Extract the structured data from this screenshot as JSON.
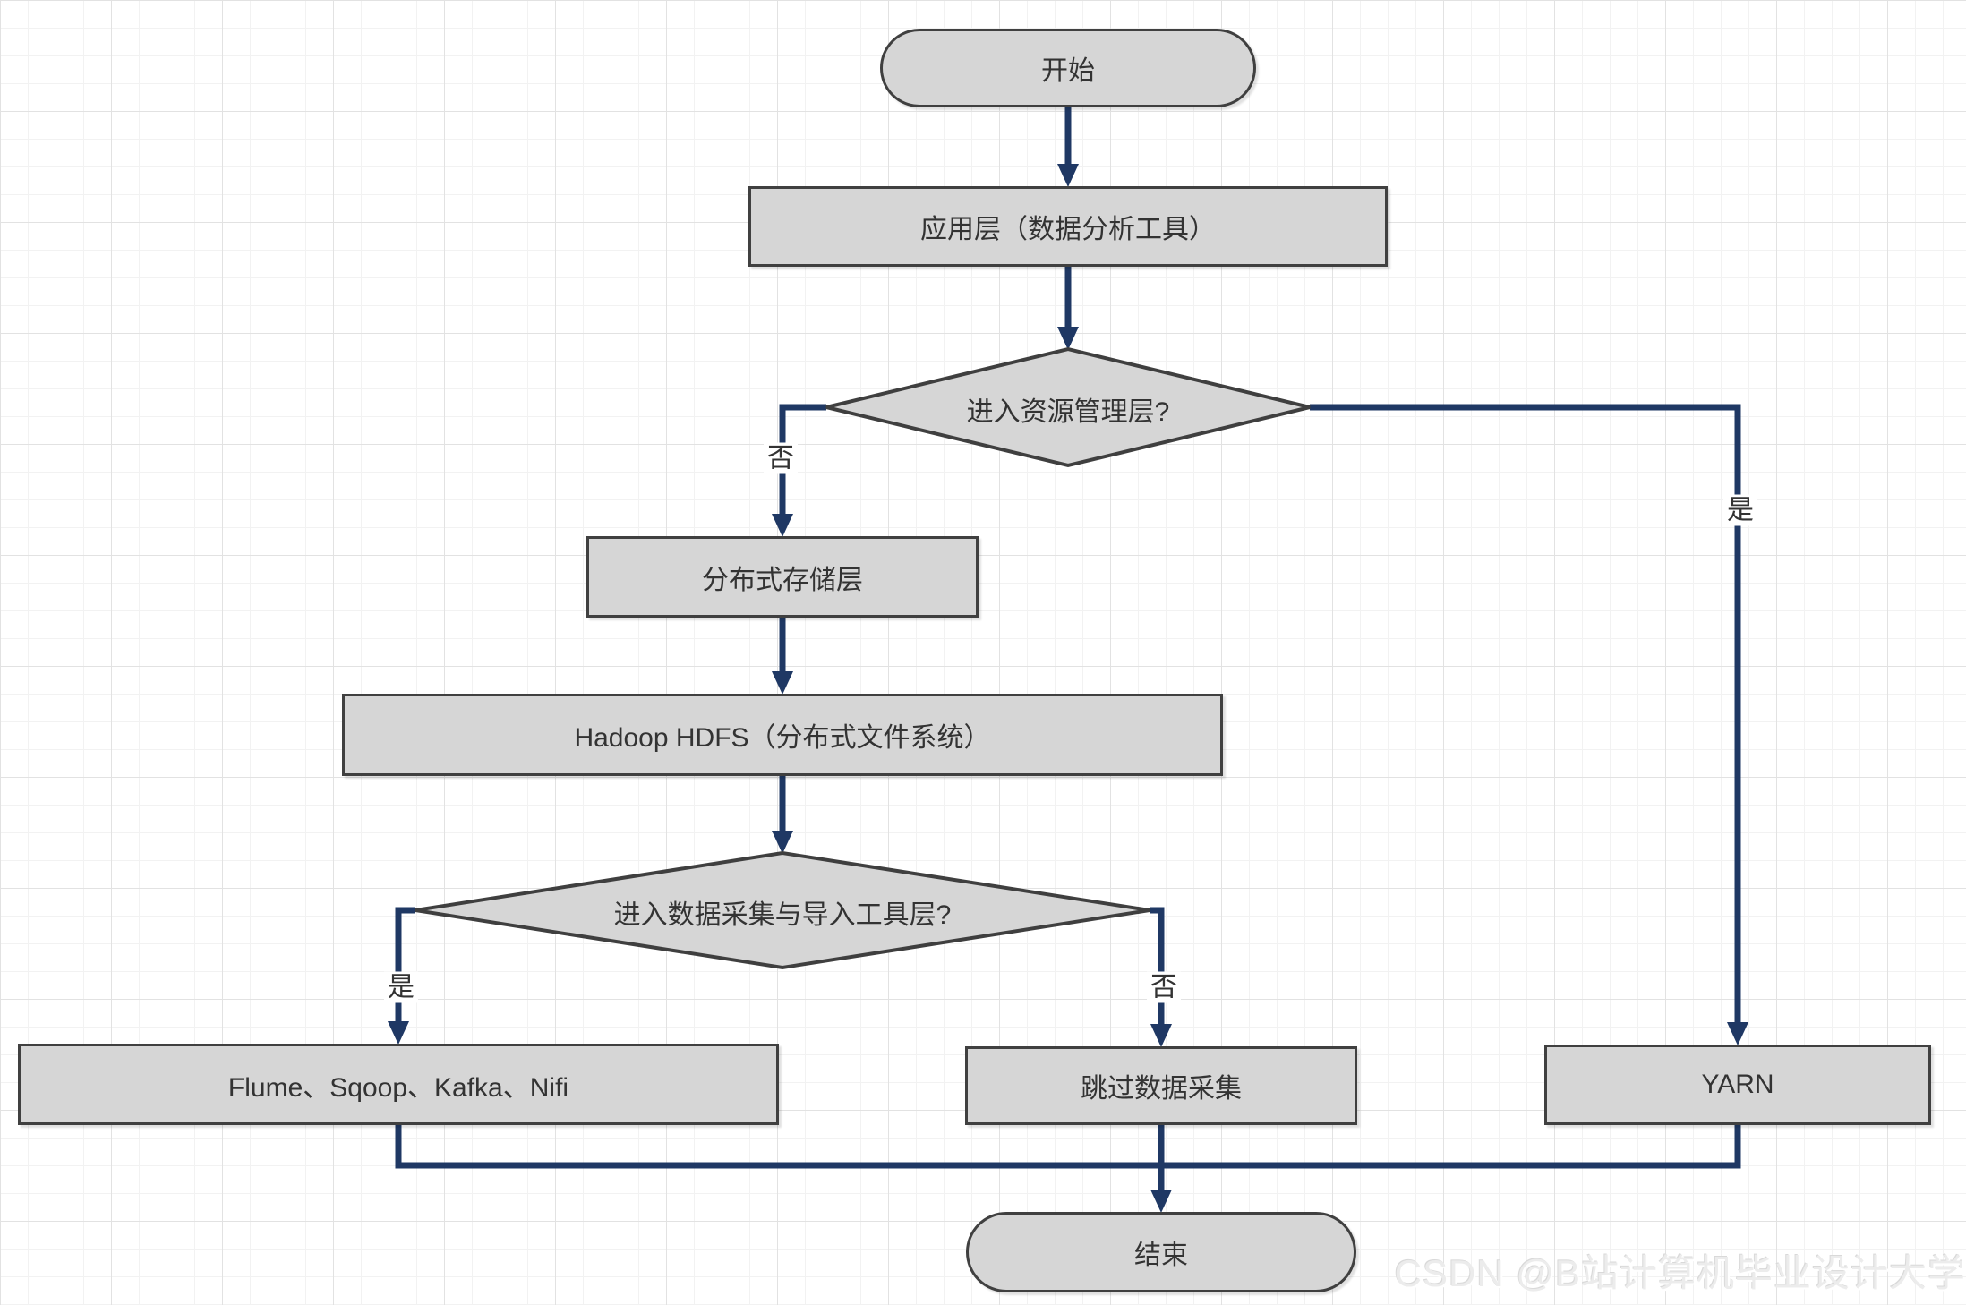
{
  "flowchart": {
    "nodes": [
      {
        "id": "start",
        "type": "terminator",
        "label": "开始"
      },
      {
        "id": "application-layer",
        "type": "process",
        "label": "应用层（数据分析工具）"
      },
      {
        "id": "decision-resource-layer",
        "type": "decision",
        "label": "进入资源管理层?"
      },
      {
        "id": "distributed-storage-layer",
        "type": "process",
        "label": "分布式存储层"
      },
      {
        "id": "hadoop-hdfs",
        "type": "process",
        "label": "Hadoop HDFS（分布式文件系统）"
      },
      {
        "id": "decision-ingest-layer",
        "type": "decision",
        "label": "进入数据采集与导入工具层?"
      },
      {
        "id": "ingest-tools",
        "type": "process",
        "label": "Flume、Sqoop、Kafka、Nifi"
      },
      {
        "id": "skip-ingest",
        "type": "process",
        "label": "跳过数据采集"
      },
      {
        "id": "yarn",
        "type": "process",
        "label": "YARN"
      },
      {
        "id": "end",
        "type": "terminator",
        "label": "结束"
      }
    ],
    "edge_labels": {
      "resource_no": "否",
      "resource_yes": "是",
      "ingest_yes": "是",
      "ingest_no": "否"
    },
    "colors": {
      "node_fill": "#d6d6d6",
      "node_border": "#404040",
      "connector": "#1f3864",
      "text": "#333333",
      "grid_minor": "#f2f2f2",
      "grid_major": "#e2e2e2"
    }
  },
  "watermark": {
    "text": "CSDN @B站计算机毕业设计大学"
  }
}
